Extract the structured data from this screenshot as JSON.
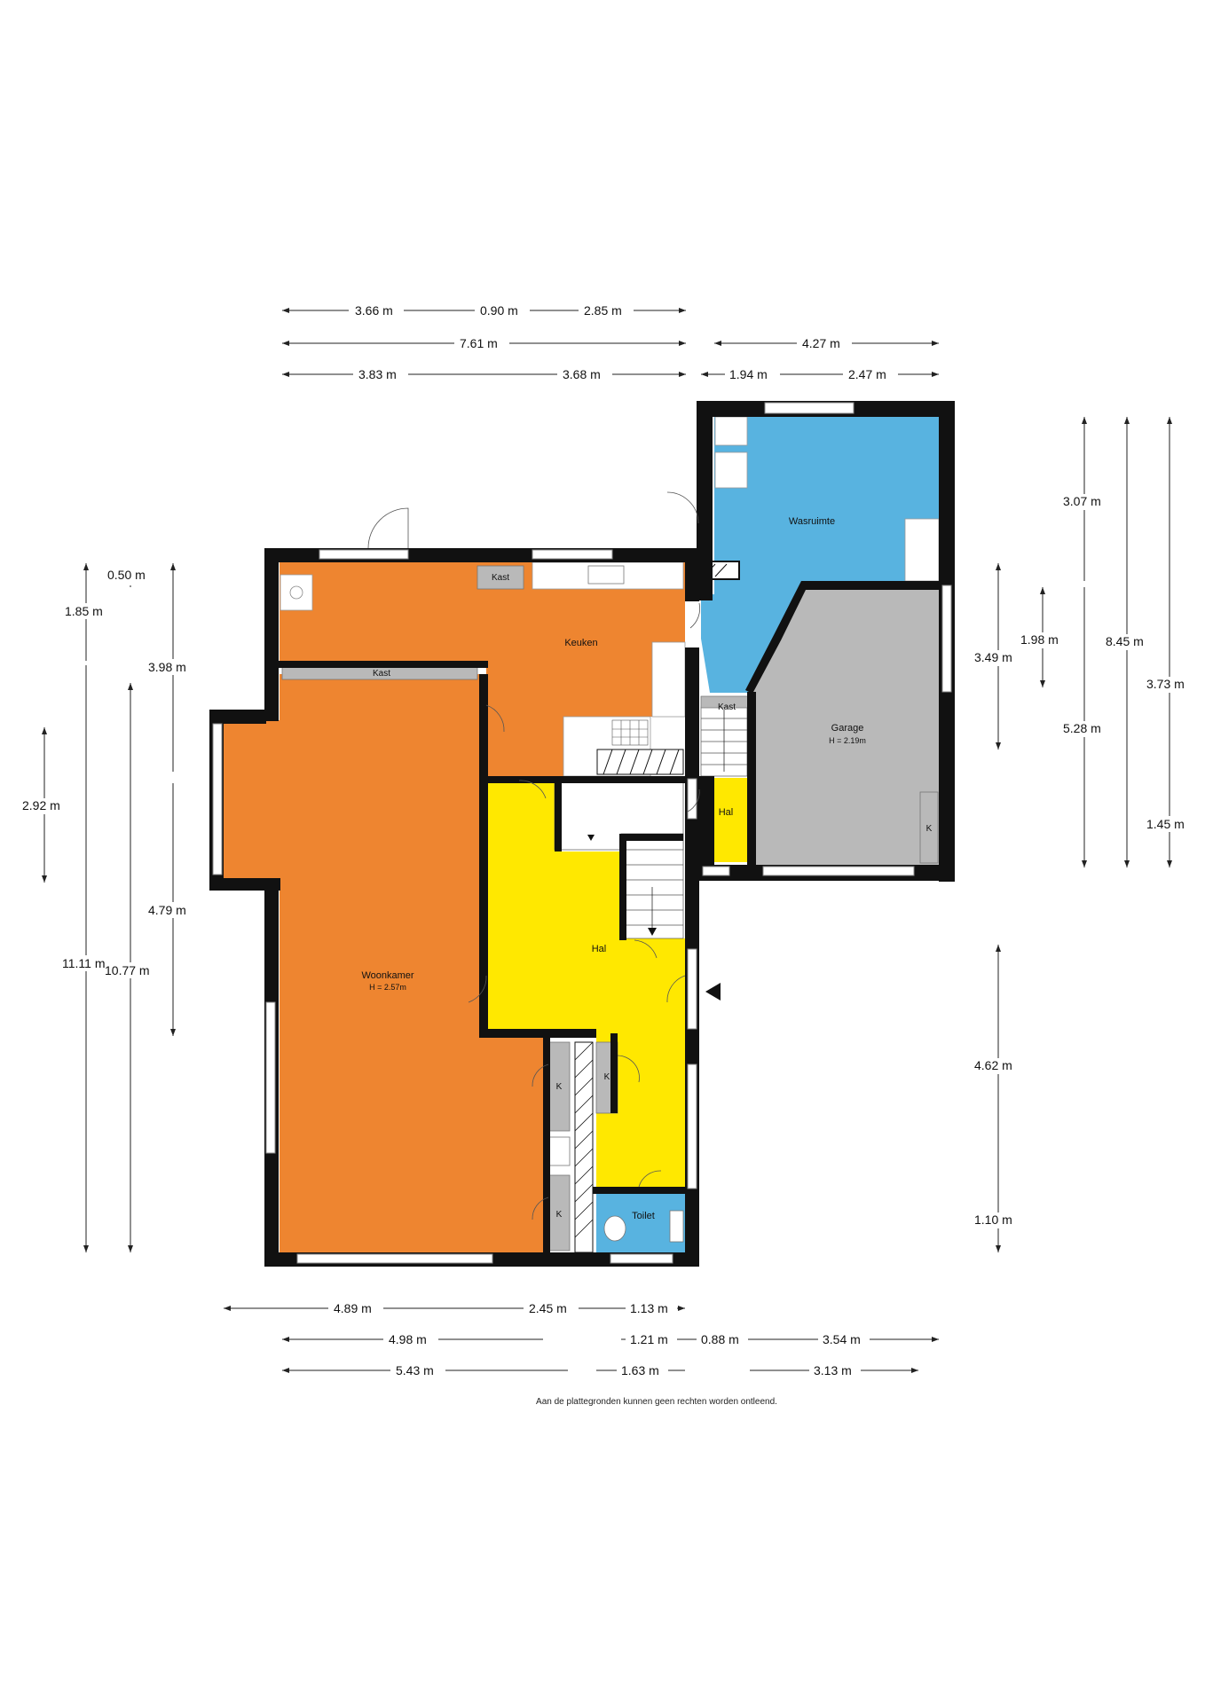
{
  "rooms": {
    "keuken": {
      "label": "Keuken",
      "color": "#ee8530"
    },
    "woonkamer": {
      "label": "Woonkamer",
      "height": "H = 2.57m",
      "color": "#ee8530"
    },
    "wasruimte": {
      "label": "Wasruimte",
      "color": "#58b3e0"
    },
    "garage": {
      "label": "Garage",
      "height": "H = 2.19m",
      "color": "#b9b9b9"
    },
    "hal_main": {
      "label": "Hal",
      "color": "#ffe800"
    },
    "hal_small": {
      "label": "Hal",
      "color": "#ffe800"
    },
    "toilet": {
      "label": "Toilet",
      "color": "#58b3e0"
    }
  },
  "storage": {
    "kast_keuken": "Kast",
    "kast_woonkamer": "Kast",
    "kast_wasruimte": "Kast",
    "k_garage": "K",
    "k_hal": "K",
    "k_woon_1": "K",
    "k_woon_2": "K"
  },
  "dimensions": {
    "top": {
      "d1": "3.66 m",
      "d2": "0.90 m",
      "d3": "2.85 m",
      "d4": "7.61 m",
      "d5": "4.27 m",
      "d6": "3.83 m",
      "d7": "3.68 m",
      "d8": "1.94 m",
      "d9": "2.47 m"
    },
    "left": {
      "d1": "0.50 m",
      "d2": "1.85 m",
      "d3": "3.98 m",
      "d4": "2.92 m",
      "d5": "4.79 m",
      "d6": "11.11 m",
      "d7": "10.77 m"
    },
    "right": {
      "d1": "3.07 m",
      "d2": "3.49 m",
      "d3": "1.98 m",
      "d4": "5.28 m",
      "d5": "8.45 m",
      "d6": "3.73 m",
      "d7": "1.45 m",
      "d8": "4.62 m",
      "d9": "1.10 m"
    },
    "bottom": {
      "d1": "4.89 m",
      "d2": "2.45 m",
      "d3": "1.13 m",
      "d4": "4.98 m",
      "d5": "1.21 m",
      "d6": "0.88 m",
      "d7": "3.54 m",
      "d8": "5.43 m",
      "d9": "1.63 m",
      "d10": "3.13 m"
    }
  },
  "disclaimer": "Aan de plattegronden kunnen geen rechten worden ontleend."
}
